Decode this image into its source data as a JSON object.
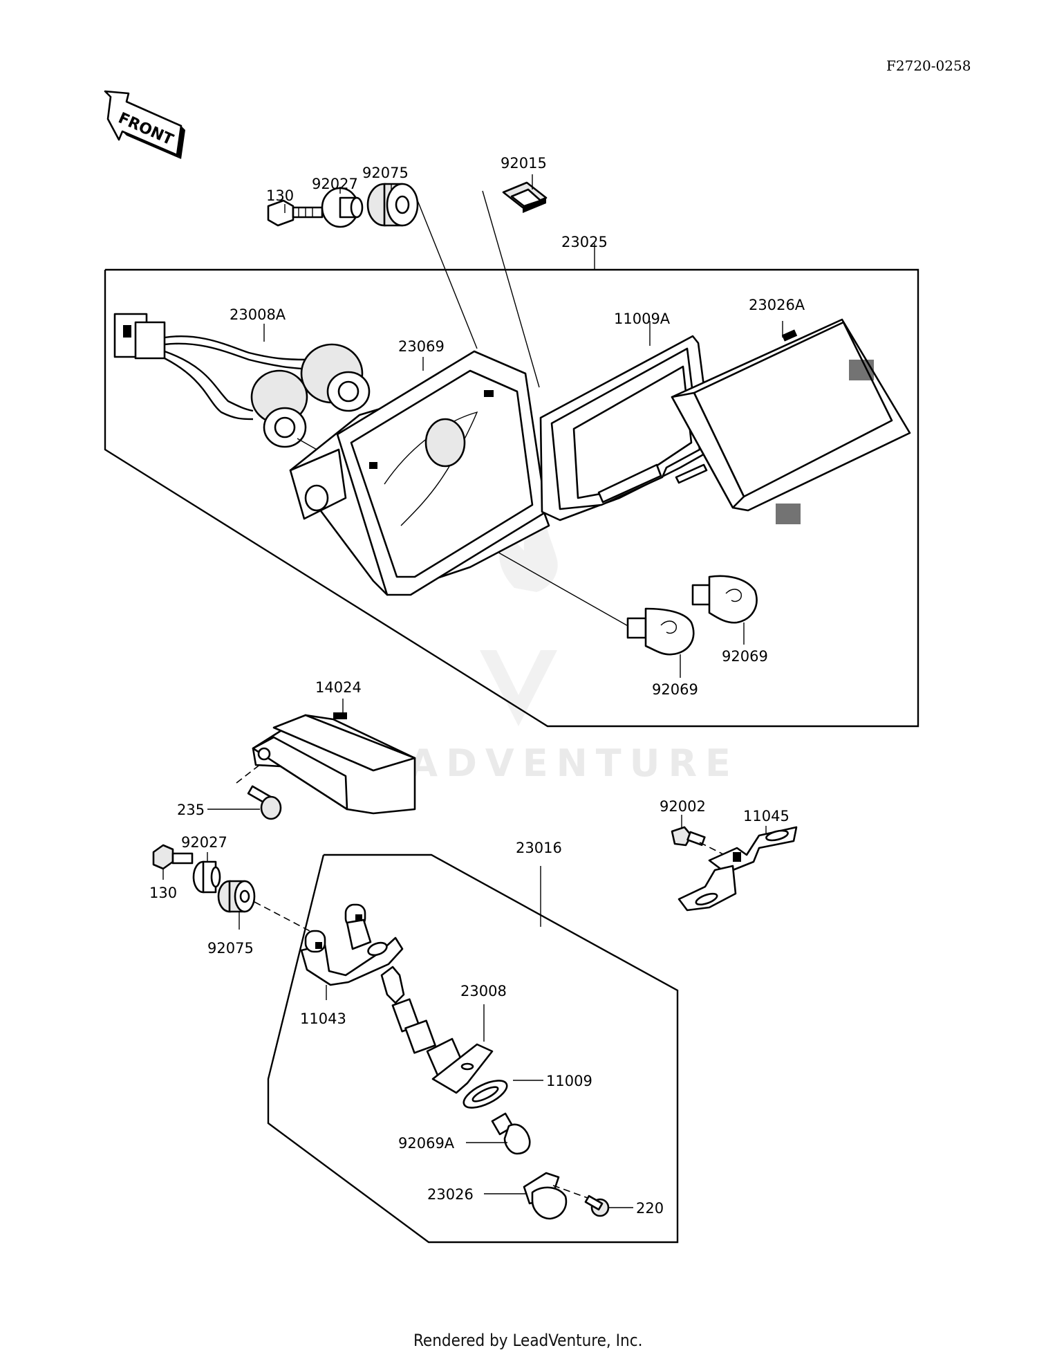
{
  "diagram_code": "F2720-0258",
  "front_arrow_label": "FRONT",
  "watermark": "LEADVENTURE",
  "footer": "Rendered by LeadVenture, Inc.",
  "labels": {
    "p130_top": "130",
    "p92027_top": "92027",
    "p92075_top": "92075",
    "p92015": "92015",
    "p23025": "23025",
    "p23008A": "23008A",
    "p23069": "23069",
    "p11009A": "11009A",
    "p23026A": "23026A",
    "p92069_right": "92069",
    "p92069_left": "92069",
    "p14024": "14024",
    "p235": "235",
    "p92002": "92002",
    "p11045": "11045",
    "p92027_bottom": "92027",
    "p130_bottom": "130",
    "p23016": "23016",
    "p92075_bottom": "92075",
    "p11043": "11043",
    "p23008": "23008",
    "p11009": "11009",
    "p92069A": "92069A",
    "p23026": "23026",
    "p220": "220"
  }
}
